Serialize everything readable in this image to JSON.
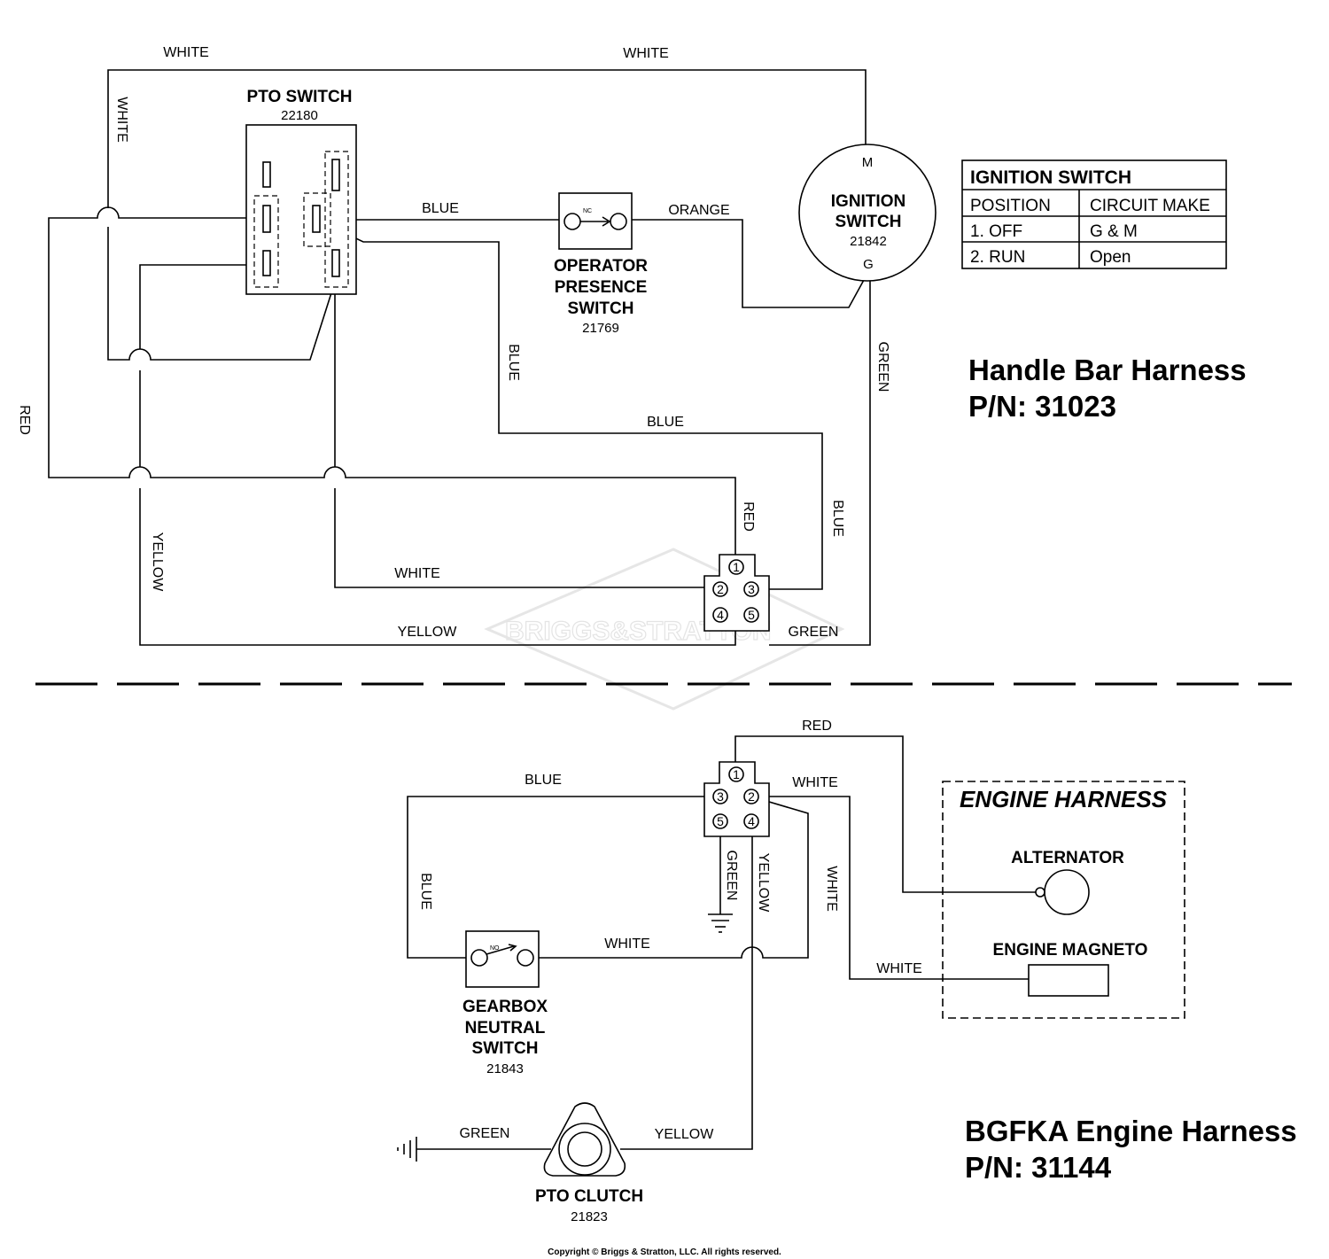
{
  "watermark": "BRIGGS&STRATTON",
  "handlebar_harness": {
    "title_line1": "Handle Bar Harness",
    "title_line2": "P/N: 31023",
    "pto_switch": {
      "name": "PTO SWITCH",
      "part": "22180"
    },
    "operator_presence_switch": {
      "line1": "OPERATOR",
      "line2": "PRESENCE",
      "line3": "SWITCH",
      "part": "21769",
      "contact": "NC"
    },
    "ignition_switch": {
      "line1": "IGNITION",
      "line2": "SWITCH",
      "part": "21842",
      "terminal_m": "M",
      "terminal_g": "G"
    },
    "wires": {
      "white_top_left": "WHITE",
      "white_top_right": "WHITE",
      "white_vertical": "WHITE",
      "blue_pto_ops": "BLUE",
      "orange": "ORANGE",
      "blue_vertical": "BLUE",
      "blue_horizontal": "BLUE",
      "green_vertical": "GREEN",
      "red_left": "RED",
      "red_connector": "RED",
      "blue_connector": "BLUE",
      "yellow_vertical": "YELLOW",
      "white_bottom": "WHITE",
      "yellow_bottom": "YELLOW",
      "green_bottom": "GREEN"
    },
    "connector_pins": [
      "1",
      "2",
      "3",
      "4",
      "5"
    ]
  },
  "ignition_table": {
    "title": "IGNITION SWITCH",
    "headers": [
      "POSITION",
      "CIRCUIT MAKE"
    ],
    "rows": [
      [
        "1. OFF",
        "G & M"
      ],
      [
        "2. RUN",
        "Open"
      ]
    ]
  },
  "engine_harness_bgfka": {
    "title_line1": "BGFKA Engine Harness",
    "title_line2": "P/N: 31144",
    "engine_harness_box": {
      "title": "ENGINE HARNESS",
      "alternator": "ALTERNATOR",
      "magneto": "ENGINE MAGNETO"
    },
    "gearbox_neutral_switch": {
      "line1": "GEARBOX",
      "line2": "NEUTRAL",
      "line3": "SWITCH",
      "part": "21843",
      "contact": "NO"
    },
    "pto_clutch": {
      "name": "PTO CLUTCH",
      "part": "21823"
    },
    "wires": {
      "red_top": "RED",
      "blue_top": "BLUE",
      "white_top": "WHITE",
      "blue_vertical": "BLUE",
      "green_vertical": "GREEN",
      "yellow_vertical": "YELLOW",
      "white_vertical": "WHITE",
      "white_switch": "WHITE",
      "white_magneto": "WHITE",
      "green_clutch": "GREEN",
      "yellow_clutch": "YELLOW"
    },
    "connector_pins": [
      "1",
      "3",
      "2",
      "5",
      "4"
    ]
  },
  "copyright": "Copyright © Briggs & Stratton, LLC. All rights reserved."
}
